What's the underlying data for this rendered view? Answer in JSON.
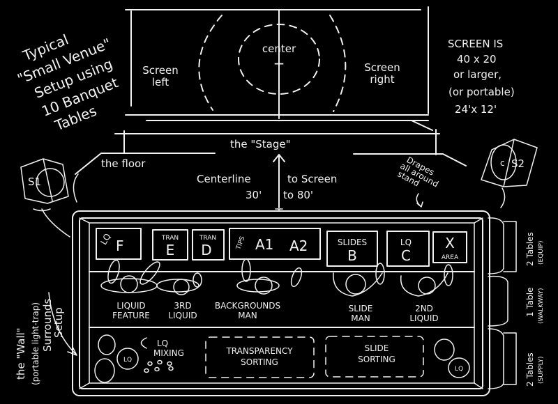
{
  "title_note": [
    "Typical",
    "\"Small Venue\"",
    "Setup using",
    "10 Banquet",
    "Tables"
  ],
  "screen": {
    "center": "center",
    "center_mark": "+",
    "left": [
      "Screen",
      "left"
    ],
    "right": [
      "Screen",
      "right"
    ]
  },
  "screen_note": [
    "SCREEN IS",
    "40 x 20",
    "or larger,",
    "(or portable)",
    "24'x 12'"
  ],
  "stage_label": "the \"Stage\"",
  "floor_label": "the floor",
  "centerline": {
    "line1a": "Centerline",
    "line1b": "to Screen",
    "line2a": "30'",
    "line2b": "to 80'"
  },
  "drapes_label": [
    "Drapes",
    "all around",
    "stand"
  ],
  "speakers": {
    "left": "S1",
    "right": "S2",
    "right_c": "c"
  },
  "wall_label": [
    "the \"Wall\"",
    "(portable light-trap)",
    "Surrounds",
    "Setup"
  ],
  "tables": [
    {
      "top": "LQ",
      "main": "F"
    },
    {
      "top": "TRAN",
      "main": "E"
    },
    {
      "top": "TRAN",
      "main": "D"
    },
    {
      "top": "TIPS",
      "main": "A1"
    },
    {
      "top": "",
      "main": "A2"
    },
    {
      "top": "SLIDES",
      "main": "B"
    },
    {
      "top": "LQ",
      "main": "C"
    },
    {
      "top": "X",
      "main": "AREA"
    }
  ],
  "operators": [
    [
      "LIQUID",
      "FEATURE"
    ],
    [
      "3RD",
      "LIQUID"
    ],
    [
      "BACKGROUNDS",
      "MAN"
    ],
    [
      "SLIDE",
      "MAN"
    ],
    [
      "2ND",
      "LIQUID"
    ]
  ],
  "bottom": {
    "lq_left": "LQ",
    "lq_mixing": [
      "LQ",
      "MIXING"
    ],
    "transparency_sorting": [
      "TRANSPARENCY",
      "SORTING"
    ],
    "slide_sorting": [
      "SLIDE",
      "SORTING"
    ],
    "lq_right": "LQ"
  },
  "side_tables": [
    [
      "2 Tables",
      "(EQUIP)"
    ],
    [
      "1 Table",
      "(WALKWAY)"
    ],
    [
      "2 Tables",
      "(SUPPLY)"
    ]
  ]
}
